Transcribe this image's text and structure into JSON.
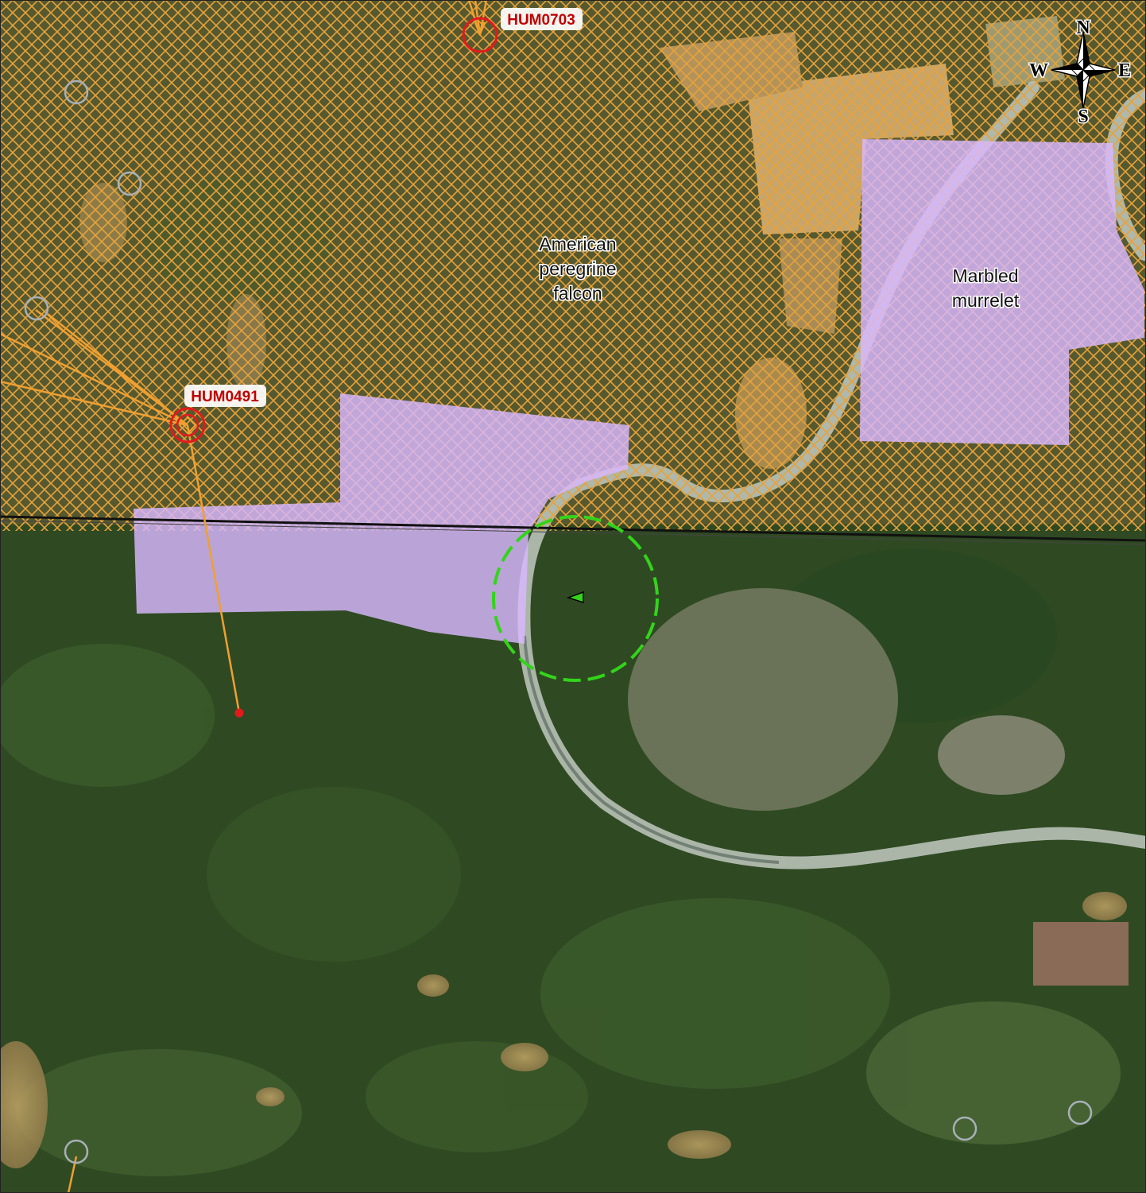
{
  "map": {
    "labels": {
      "falcon": [
        "American",
        "peregrine",
        "falcon"
      ],
      "murrelet": [
        "Marbled",
        "murrelet"
      ]
    },
    "sites": [
      {
        "id": "HUM0703"
      },
      {
        "id": "HUM0491"
      }
    ],
    "compass": {
      "n": "N",
      "s": "S",
      "e": "E",
      "w": "W"
    }
  },
  "colors": {
    "hatch": "#e8a23a",
    "habitat": "#d9b8ff",
    "site_ring": "#e31a1c",
    "site_label": "#c00000",
    "buffer": "#33d41a",
    "river": "#b9c2b8",
    "forest": "#2f4a22",
    "orange_line": "#f0a030",
    "gray_ring": "#a8b0b8"
  }
}
